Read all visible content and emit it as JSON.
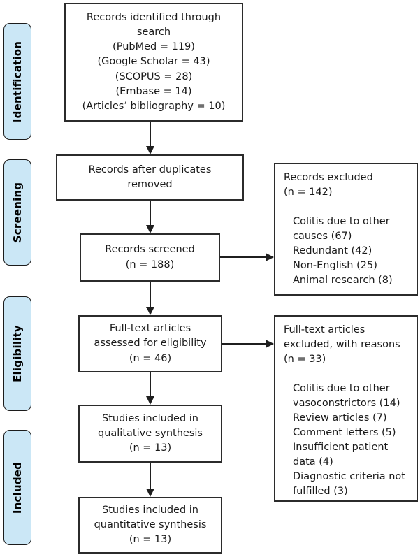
{
  "colors": {
    "stage_fill": "#cbe7f6",
    "box_border": "#2b2b2b",
    "arrow": "#1f1f1f",
    "text": "#1a1a1a"
  },
  "stages": [
    {
      "label": "Identification"
    },
    {
      "label": "Screening"
    },
    {
      "label": "Eligibility"
    },
    {
      "label": "Included"
    }
  ],
  "flow_boxes": {
    "records_identified": {
      "text": "Records identified through\nsearch\n(PubMed = 119)\n(Google Scholar = 43)\n(SCOPUS = 28)\n(Embase = 14)\n(Articles’ bibliography = 10)"
    },
    "records_after_duplicates": {
      "text": "Records after duplicates\nremoved"
    },
    "records_screened": {
      "text": "Records screened\n(n = 188)"
    },
    "full_text_assessed": {
      "text": "Full-text articles\nassessed for eligibility\n(n = 46)"
    },
    "qualitative_synthesis": {
      "text": "Studies included in\nqualitative synthesis\n(n = 13)"
    },
    "quantitative_synthesis": {
      "text": "Studies included in\nquantitative synthesis\n(n = 13)"
    }
  },
  "exclusion_boxes": {
    "records_excluded": {
      "header": "Records excluded\n(n = 142)",
      "reasons": [
        "Colitis due to other\ncauses (67)",
        "Redundant (42)",
        "Non-English (25)",
        "Animal research (8)"
      ]
    },
    "full_text_excluded": {
      "header": "Full-text articles\nexcluded, with reasons\n(n = 33)",
      "reasons": [
        "Colitis due to other\nvasoconstrictors (14)",
        "Review articles (7)",
        "Comment letters (5)",
        "Insufficient patient\ndata (4)",
        "Diagnostic criteria not\nfulfilled (3)"
      ]
    }
  }
}
